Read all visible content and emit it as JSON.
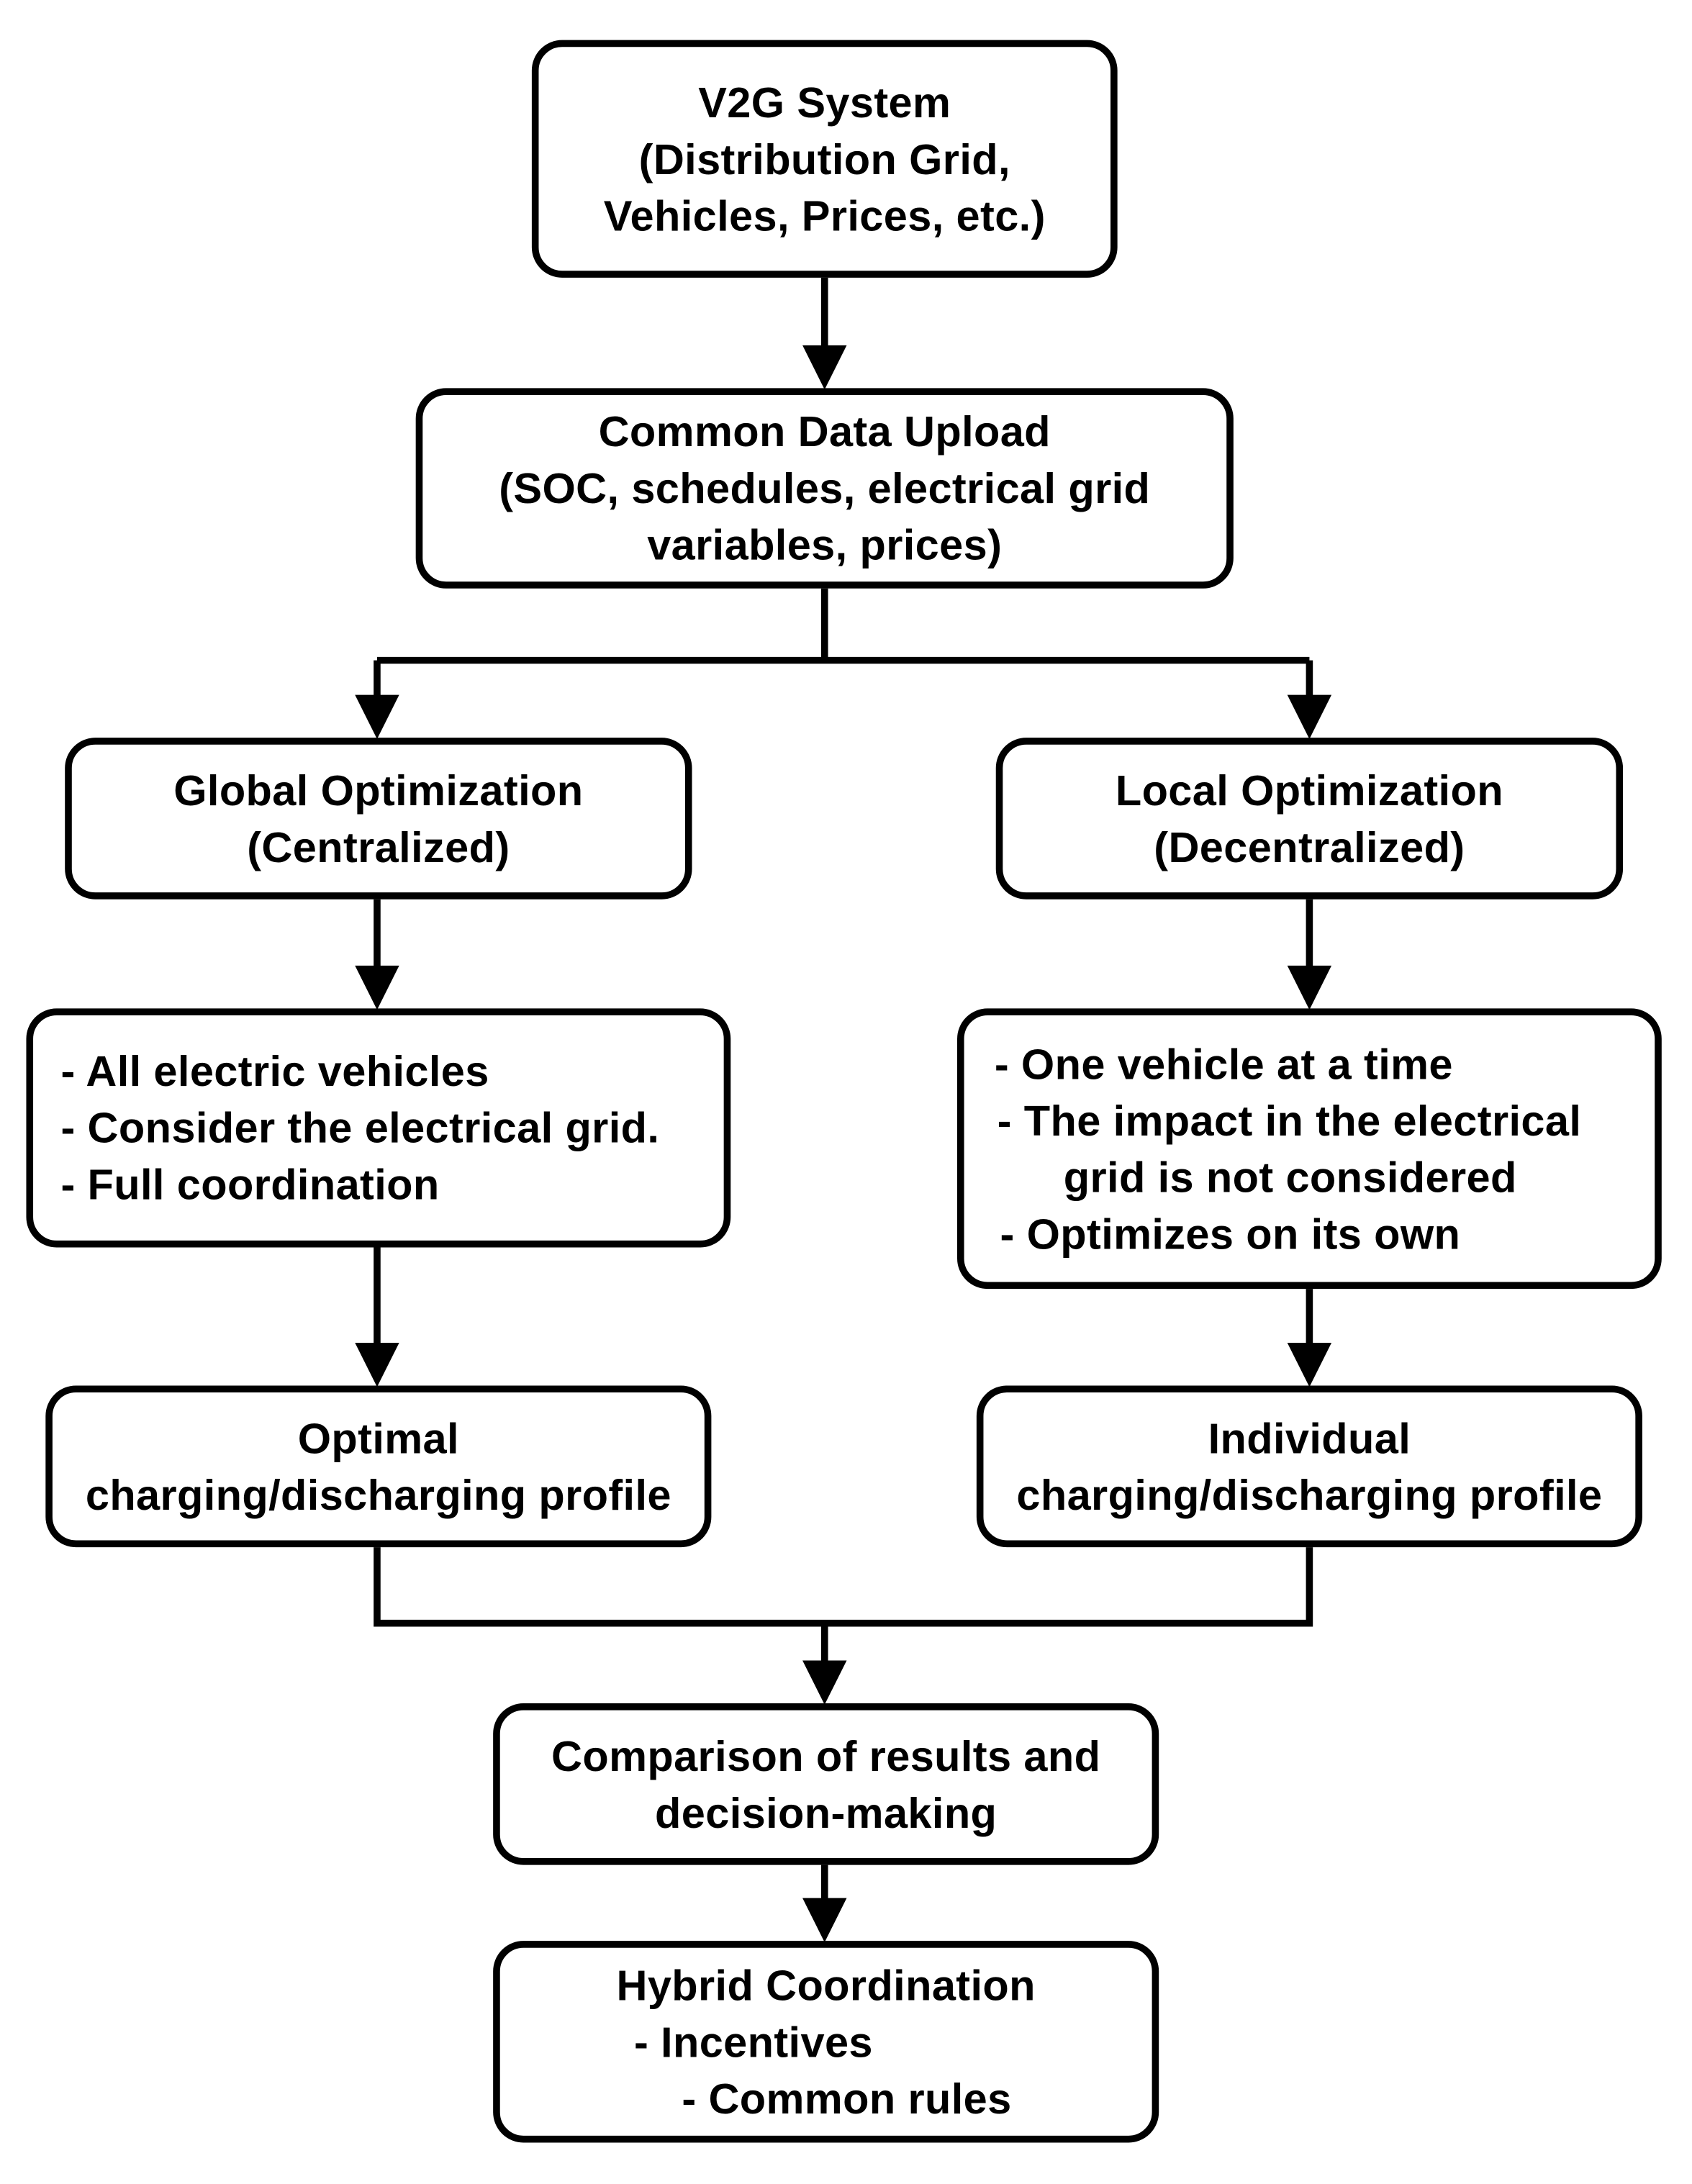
{
  "diagram": {
    "nodes": {
      "v2g_system": {
        "lines": [
          "V2G System",
          "(Distribution Grid,",
          "Vehicles, Prices, etc.)"
        ]
      },
      "common_data_upload": {
        "lines": [
          "Common Data Upload",
          "(SOC, schedules, electrical grid",
          "variables, prices)"
        ]
      },
      "global_optimization": {
        "lines": [
          "Global Optimization",
          "(Centralized)"
        ]
      },
      "local_optimization": {
        "lines": [
          "Local Optimization",
          "(Decentralized)"
        ]
      },
      "global_details": {
        "lines": [
          "- All electric vehicles",
          "- Consider the electrical grid.",
          "- Full coordination"
        ]
      },
      "local_details": {
        "lines": [
          "- One vehicle at a time",
          "- The impact in the electrical",
          "grid is not considered",
          "- Optimizes on its own"
        ]
      },
      "optimal_profile": {
        "lines": [
          "Optimal",
          "charging/discharging profile"
        ]
      },
      "individual_profile": {
        "lines": [
          "Individual",
          "charging/discharging profile"
        ]
      },
      "comparison": {
        "lines": [
          "Comparison of results and",
          "decision-making"
        ]
      },
      "hybrid_coordination": {
        "lines": [
          "Hybrid Coordination",
          "- Incentives",
          "- Common rules"
        ]
      }
    },
    "edges": [
      {
        "from": "v2g_system",
        "to": "common_data_upload"
      },
      {
        "from": "common_data_upload",
        "to": "global_optimization"
      },
      {
        "from": "common_data_upload",
        "to": "local_optimization"
      },
      {
        "from": "global_optimization",
        "to": "global_details"
      },
      {
        "from": "local_optimization",
        "to": "local_details"
      },
      {
        "from": "global_details",
        "to": "optimal_profile"
      },
      {
        "from": "local_details",
        "to": "individual_profile"
      },
      {
        "from": "optimal_profile",
        "to": "comparison"
      },
      {
        "from": "individual_profile",
        "to": "comparison"
      },
      {
        "from": "comparison",
        "to": "hybrid_coordination"
      }
    ],
    "colors": {
      "stroke": "#000000",
      "text": "#000000",
      "fill": "#ffffff"
    }
  }
}
